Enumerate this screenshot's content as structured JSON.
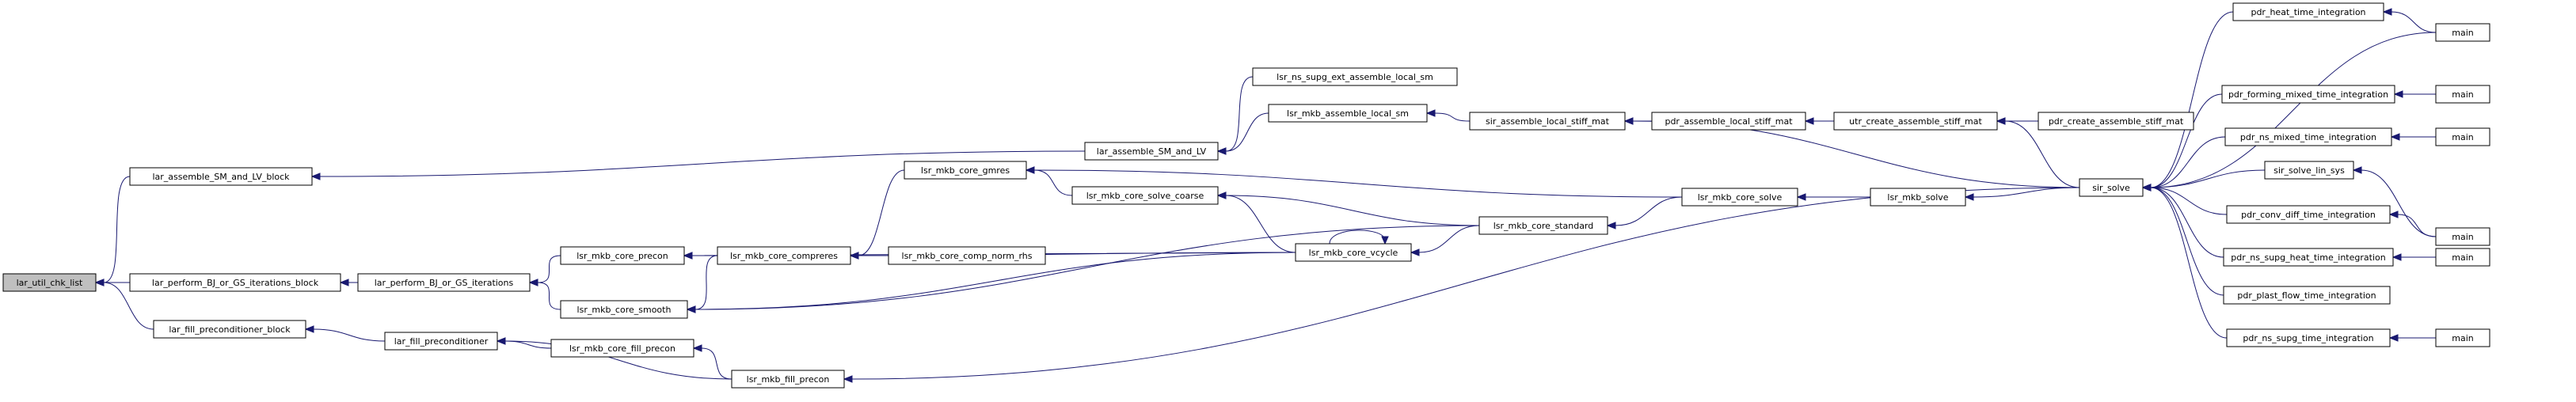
{
  "nodes": {
    "lar_util_chk_list": "lar_util_chk_list",
    "lar_assemble_SM_and_LV_block": "lar_assemble_SM_and_LV_block",
    "lar_perform_BJ_or_GS_iterations_block": "lar_perform_BJ_or_GS_iterations_block",
    "lar_fill_preconditioner_block": "lar_fill_preconditioner_block",
    "lar_assemble_SM_and_LV": "lar_assemble_SM_and_LV",
    "lar_perform_BJ_or_GS_iterations": "lar_perform_BJ_or_GS_iterations",
    "lar_fill_preconditioner": "lar_fill_preconditioner",
    "lsr_ns_supg_ext_assemble_local_sm": "lsr_ns_supg_ext_assemble_local_sm",
    "lsr_mkb_assemble_local_sm": "lsr_mkb_assemble_local_sm",
    "lsr_mkb_core_gmres": "lsr_mkb_core_gmres",
    "lsr_mkb_core_precon": "lsr_mkb_core_precon",
    "lsr_mkb_core_smooth": "lsr_mkb_core_smooth",
    "lsr_mkb_core_fill_precon": "lsr_mkb_core_fill_precon",
    "lsr_mkb_fill_precon": "lsr_mkb_fill_precon",
    "lsr_mkb_core_compreres": "lsr_mkb_core_compreres",
    "lsr_mkb_core_solve_coarse": "lsr_mkb_core_solve_coarse",
    "lsr_mkb_core_comp_norm_rhs": "lsr_mkb_core_comp_norm_rhs",
    "lsr_mkb_core_vcycle": "lsr_mkb_core_vcycle",
    "sir_assemble_local_stiff_mat": "sir_assemble_local_stiff_mat",
    "lsr_mkb_core_standard": "lsr_mkb_core_standard",
    "pdr_assemble_local_stiff_mat": "pdr_assemble_local_stiff_mat",
    "lsr_mkb_core_solve": "lsr_mkb_core_solve",
    "utr_create_assemble_stiff_mat": "utr_create_assemble_stiff_mat",
    "lsr_mkb_solve": "lsr_mkb_solve",
    "pdr_create_assemble_stiff_mat": "pdr_create_assemble_stiff_mat",
    "sir_solve": "sir_solve",
    "pdr_heat_time_integration": "pdr_heat_time_integration",
    "pdr_forming_mixed_time_integration": "pdr_forming_mixed_time_integration",
    "pdr_ns_mixed_time_integration": "pdr_ns_mixed_time_integration",
    "sir_solve_lin_sys": "sir_solve_lin_sys",
    "pdr_conv_diff_time_integration": "pdr_conv_diff_time_integration",
    "pdr_ns_supg_heat_time_integration": "pdr_ns_supg_heat_time_integration",
    "pdr_plast_flow_time_integration": "pdr_plast_flow_time_integration",
    "pdr_ns_supg_time_integration": "pdr_ns_supg_time_integration",
    "main": "main"
  },
  "colors": {
    "edge": "#191970",
    "node_border": "#000000",
    "root_fill": "#bfbfbf",
    "node_fill": "#ffffff"
  }
}
